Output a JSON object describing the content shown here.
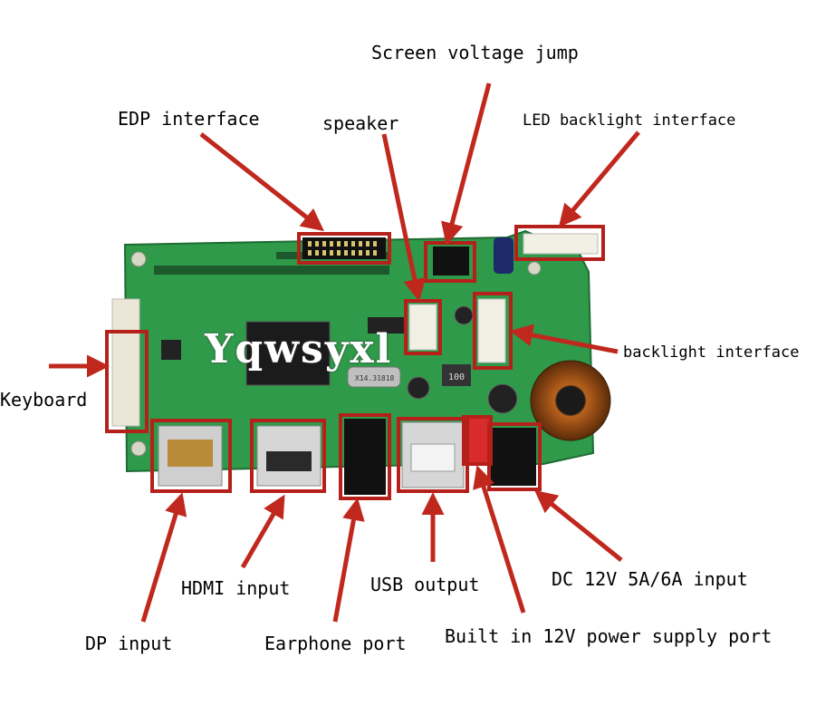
{
  "watermark": "Yqwsyxl",
  "labels": {
    "screen_voltage_jump": "Screen voltage jump",
    "edp_interface": "EDP interface",
    "speaker": "speaker",
    "led_backlight_interface": "LED backlight interface",
    "keyboard": "Keyboard",
    "backlight_interface": "backlight interface",
    "dp_input": "DP input",
    "hdmi_input": "HDMI input",
    "earphone_port": "Earphone port",
    "usb_output": "USB output",
    "built_in_12v": "Built in 12V power supply port",
    "dc_input": "DC 12V 5A/6A input"
  },
  "board_marks": {
    "chip_text": "X14.31818",
    "inductor_text": "100"
  },
  "colors": {
    "arrow": "#c0281e",
    "highlight_box": "#b5211a",
    "pcb": "#2e9a4a",
    "pcb_dark": "#1f6b34"
  }
}
